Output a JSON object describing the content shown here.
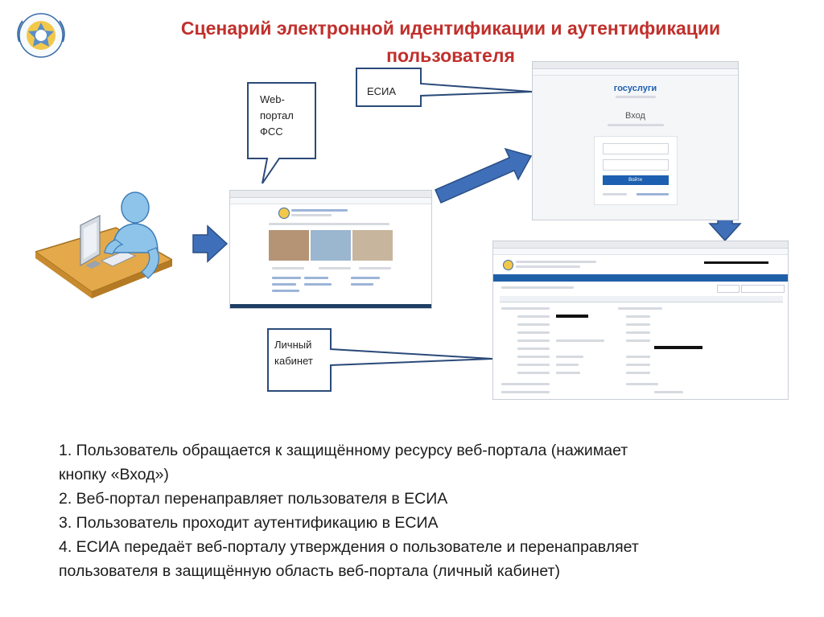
{
  "title": {
    "line1": "Сценарий электронной идентификации и аутентификации",
    "line2": "пользователя"
  },
  "callouts": {
    "fss_portal": [
      "Web-",
      "портал",
      "ФСС"
    ],
    "esia": "ЕСИА",
    "cabinet": [
      "Личный",
      "кабинет"
    ]
  },
  "gosuslugi": {
    "brand": "госуслуги",
    "login_title": "Вход",
    "login_button": "Войти"
  },
  "steps": [
    "1. Пользователь обращается к защищённому ресурсу веб-портала (нажимает",
    "кнопку «Вход»)",
    "2. Веб-портал перенаправляет пользователя в ЕСИА",
    "3. Пользователь проходит аутентификацию в ЕСИА",
    "4. ЕСИА передаёт веб-порталу утверждения о пользователе и перенаправляет",
    "пользователя в защищённую область веб-портала (личный кабинет)"
  ],
  "colors": {
    "title": "#c0302c",
    "arrow_fill": "#3f6fb8",
    "arrow_stroke": "#2a4f86",
    "callout_border": "#2b4a7a",
    "gosuslugi_button": "#1d5fb0",
    "desk": "#e3a94a",
    "person": "#8fc4ea"
  }
}
